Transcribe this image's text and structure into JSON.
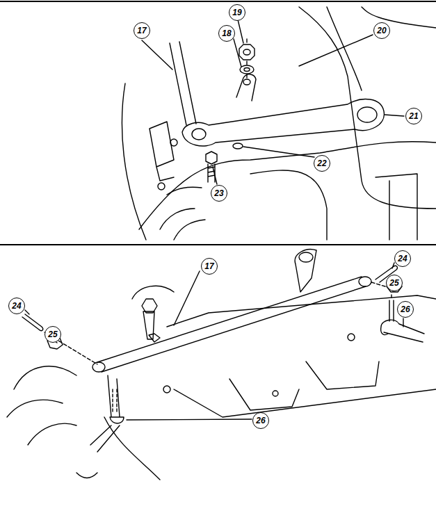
{
  "diagram": {
    "labels": [
      "19",
      "18",
      "17",
      "20",
      "21",
      "22",
      "23",
      "17",
      "24",
      "25",
      "24",
      "25",
      "26",
      "26"
    ]
  }
}
